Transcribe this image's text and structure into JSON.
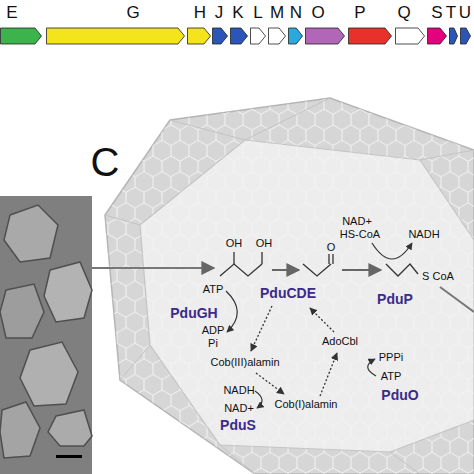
{
  "diagram": {
    "nodes": [
      {
        "text": [
          "E"
        ]
      },
      {
        "text": [
          "G"
        ]
      },
      {
        "text": [
          "H"
        ]
      },
      {
        "text": [
          "J"
        ]
      },
      {
        "text": [
          "K"
        ]
      },
      {
        "text": [
          "L"
        ]
      },
      {
        "text": [
          "M"
        ]
      },
      {
        "text": [
          "N"
        ]
      },
      {
        "text": [
          "O"
        ]
      },
      {
        "text": [
          "P"
        ]
      },
      {
        "text": [
          "Q"
        ]
      },
      {
        "text": [
          "S"
        ]
      },
      {
        "text": [
          "T"
        ]
      },
      {
        "text": [
          "U"
        ]
      }
    ],
    "labels": [
      "C",
      "OH",
      "OH",
      "O",
      "NAD+",
      "HS-CoA",
      "NADH",
      "S CoA",
      "ATP",
      "PduCDE",
      "PduP",
      "PduGH",
      "ADP",
      "Pi",
      "Cob(III)alamin",
      "AdoCbl",
      "NADH",
      "NAD+",
      "PduS",
      "Cob(I)alamin",
      "PPPi",
      "ATP",
      "PduO"
    ]
  }
}
